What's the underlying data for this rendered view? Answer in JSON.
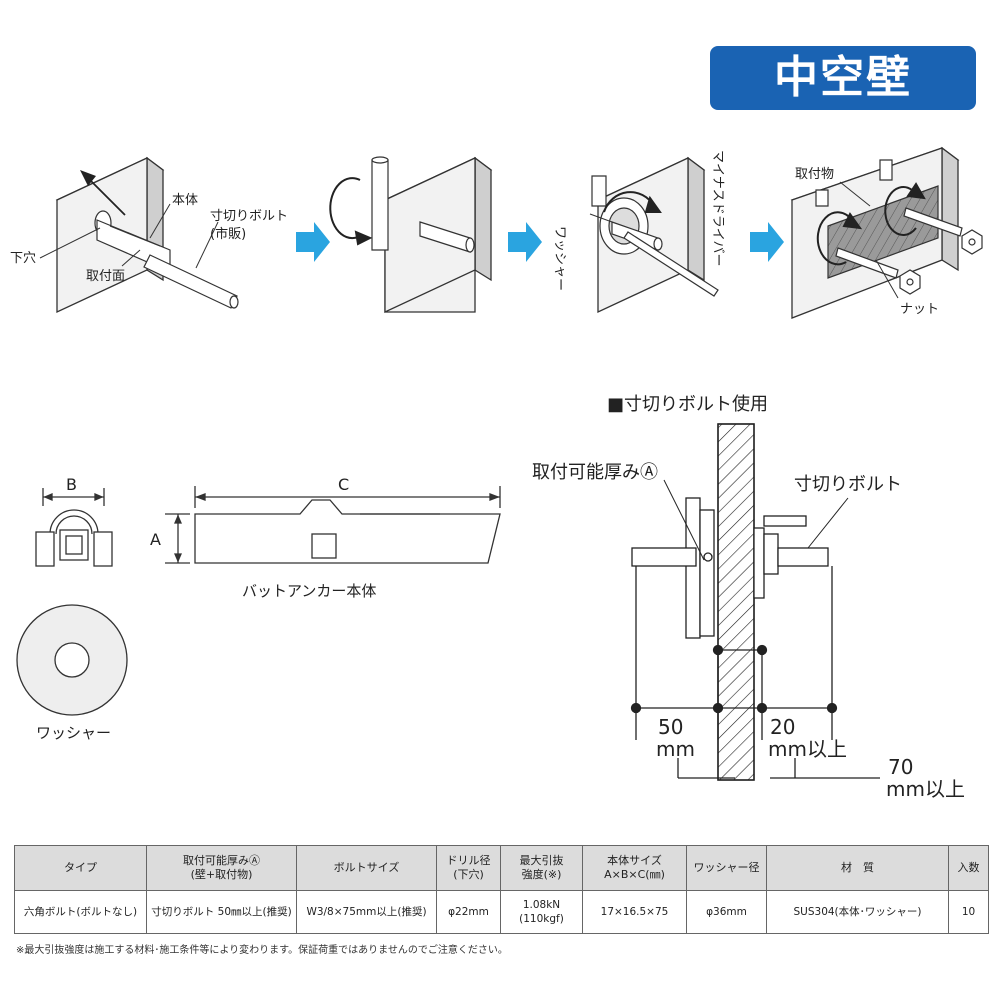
{
  "title": "中空壁",
  "steps": {
    "step1": {
      "honntai": "本体",
      "sunkiri_line1": "寸切りボルト",
      "sunkiri_line2": "(市販)",
      "shitaana": "下穴",
      "toritsuke_men": "取付面"
    },
    "step3": {
      "washer": "ワッシャー",
      "driver": "マイナスドライバー"
    },
    "step4": {
      "toritsuke_butsu": "取付物",
      "nut": "ナット"
    }
  },
  "parts": {
    "dim_a": "A",
    "dim_b": "B",
    "dim_c": "C",
    "body_caption": "バットアンカー本体",
    "washer_caption": "ワッシャー"
  },
  "section": {
    "heading": "■寸切りボルト使用",
    "thickness_label": "取付可能厚みⒶ",
    "bolt_label": "寸切りボルト",
    "dim_50_value": "50",
    "dim_50_unit": "mm",
    "dim_20_value": "20",
    "dim_20_unit": "mm以上",
    "dim_70_value": "70",
    "dim_70_unit": "mm以上"
  },
  "spec_table": {
    "headers": [
      [
        "タイプ"
      ],
      [
        "取付可能厚みⒶ",
        "(壁+取付物)"
      ],
      [
        "ボルトサイズ"
      ],
      [
        "ドリル径",
        "(下穴)"
      ],
      [
        "最大引抜",
        "強度(※)"
      ],
      [
        "本体サイズ",
        "A×B×C(㎜)"
      ],
      [
        "ワッシャー径"
      ],
      [
        "材　質"
      ],
      [
        "入数"
      ]
    ],
    "row": [
      [
        "六角ボルト(ボルトなし)"
      ],
      [
        "寸切りボルト 50㎜以上(推奨)"
      ],
      [
        "W3/8×75mm以上(推奨)"
      ],
      [
        "φ22mm"
      ],
      [
        "1.08kN",
        "(110kgf)"
      ],
      [
        "17×16.5×75"
      ],
      [
        "φ36mm"
      ],
      [
        "SUS304(本体･ワッシャー)"
      ],
      [
        "10"
      ]
    ]
  },
  "footnote": "※最大引抜強度は施工する材料･施工条件等により変わります。保証荷重ではありませんのでご注意ください。",
  "colors": {
    "badge": "#1a63b3",
    "arrow": "#2aa4e0"
  }
}
